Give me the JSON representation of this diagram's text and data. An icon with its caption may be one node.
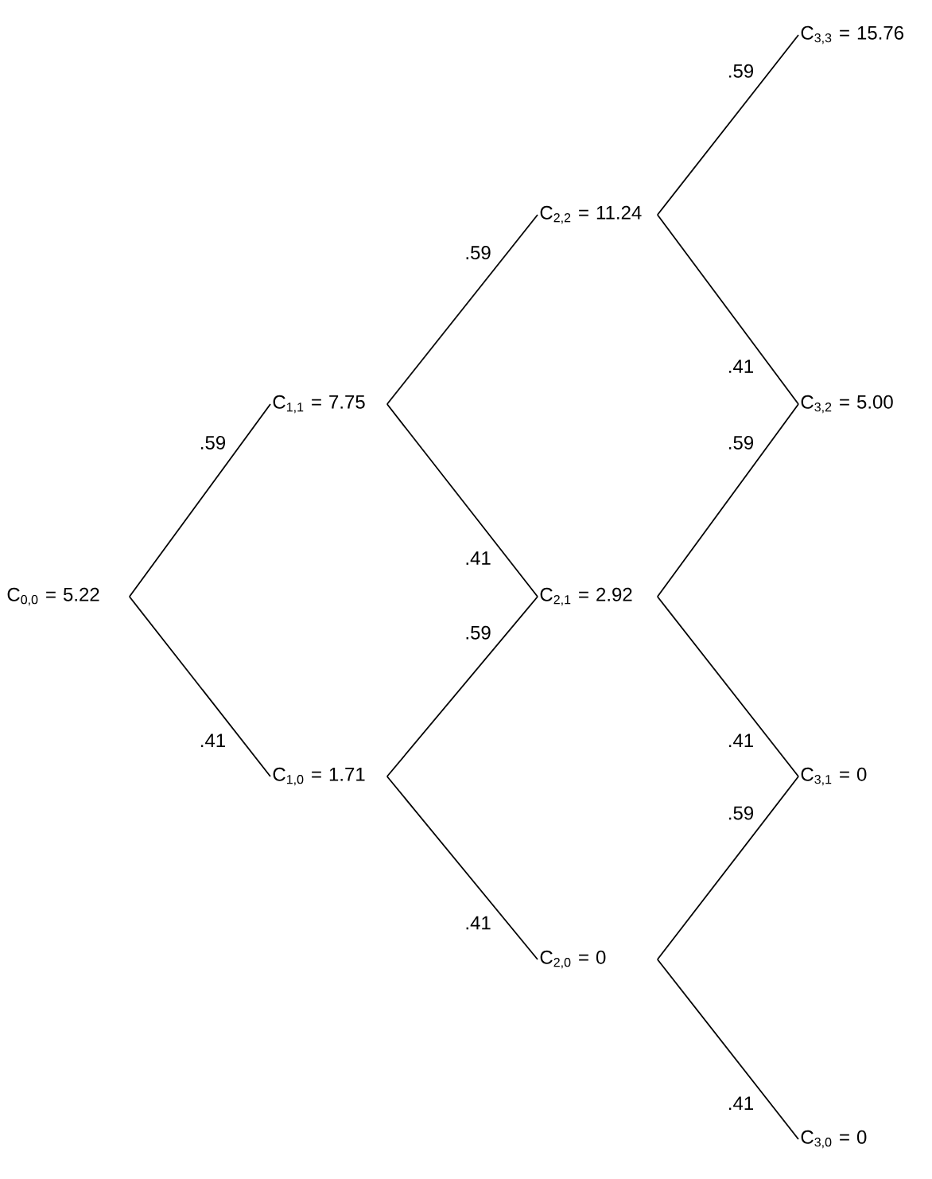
{
  "diagram": {
    "nodes": [
      {
        "text": [
          "C$_{0,0}$ = 5.22"
        ]
      },
      {
        "text": [
          "C$_{1,1}$ = 7.75"
        ]
      },
      {
        "text": [
          "C$_{1,0}$ = 1.71"
        ]
      },
      {
        "text": [
          "C$_{2,2}$ = 11.24"
        ]
      },
      {
        "text": [
          "C$_{2,1}$ = 2.92"
        ]
      },
      {
        "text": [
          "C$_{2,0}$ = 0"
        ]
      },
      {
        "text": [
          "C$_{3,3}$ = 15.76"
        ]
      },
      {
        "text": [
          "C$_{3,2}$ = 5.00"
        ]
      },
      {
        "text": [
          "C$_{3,1}$ = 0"
        ]
      },
      {
        "text": [
          "C$_{3,0}$ = 0"
        ]
      }
    ],
    "edges": [
      {
        "from": 0,
        "to": 1,
        "arrow": "none",
        "label": ".59"
      },
      {
        "from": 0,
        "to": 2,
        "arrow": "none",
        "label": ".41"
      },
      {
        "from": 1,
        "to": 3,
        "arrow": "none",
        "label": ".59"
      },
      {
        "from": 1,
        "to": 4,
        "arrow": "none",
        "label": ".41"
      },
      {
        "from": 2,
        "to": 4,
        "arrow": "none",
        "label": ".59"
      },
      {
        "from": 2,
        "to": 5,
        "arrow": "none",
        "label": ".41"
      },
      {
        "from": 3,
        "to": 6,
        "arrow": "none",
        "label": ".59"
      },
      {
        "from": 3,
        "to": 7,
        "arrow": "none",
        "label": ".41"
      },
      {
        "from": 4,
        "to": 7,
        "arrow": "none",
        "label": ".59"
      },
      {
        "from": 4,
        "to": 8,
        "arrow": "none",
        "label": ".41"
      },
      {
        "from": 5,
        "to": 8,
        "arrow": "none",
        "label": ".59"
      },
      {
        "from": 5,
        "to": 9,
        "arrow": "none",
        "label": ".41"
      }
    ]
  }
}
